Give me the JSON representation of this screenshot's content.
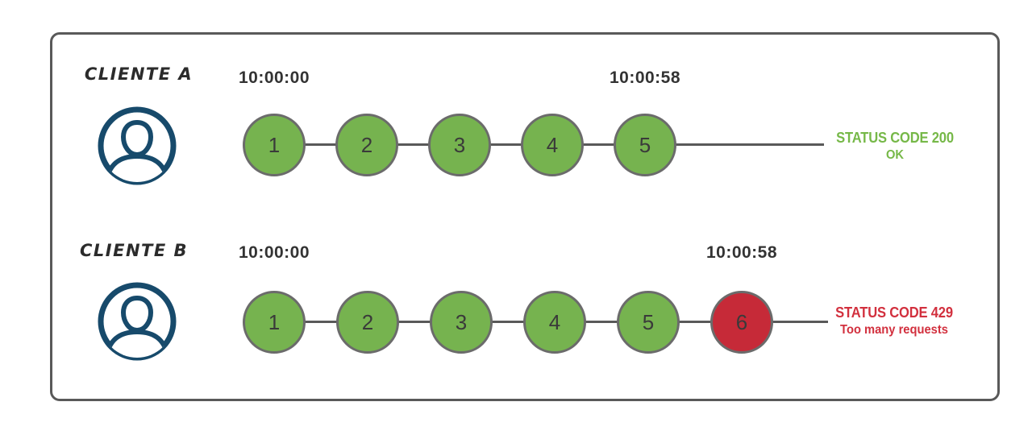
{
  "colors": {
    "ok_fill": "#76B34F",
    "blocked_fill": "#C62A38",
    "ok_text": "#76B848",
    "blocked_text": "#D2303E",
    "line": "#595959",
    "avatar": "#174A6B"
  },
  "rows": [
    {
      "client_label": "CLIENTE A",
      "start_time": "10:00:00",
      "end_time": "10:00:58",
      "requests": [
        {
          "label": "1",
          "status": "ok"
        },
        {
          "label": "2",
          "status": "ok"
        },
        {
          "label": "3",
          "status": "ok"
        },
        {
          "label": "4",
          "status": "ok"
        },
        {
          "label": "5",
          "status": "ok"
        }
      ],
      "status": {
        "type": "ok",
        "code_line": "STATUS CODE 200",
        "message_line": "OK"
      }
    },
    {
      "client_label": "CLIENTE B",
      "start_time": "10:00:00",
      "end_time": "10:00:58",
      "requests": [
        {
          "label": "1",
          "status": "ok"
        },
        {
          "label": "2",
          "status": "ok"
        },
        {
          "label": "3",
          "status": "ok"
        },
        {
          "label": "4",
          "status": "ok"
        },
        {
          "label": "5",
          "status": "ok"
        },
        {
          "label": "6",
          "status": "blocked"
        }
      ],
      "status": {
        "type": "blocked",
        "code_line": "STATUS CODE 429",
        "message_line": "Too many requests"
      }
    }
  ]
}
